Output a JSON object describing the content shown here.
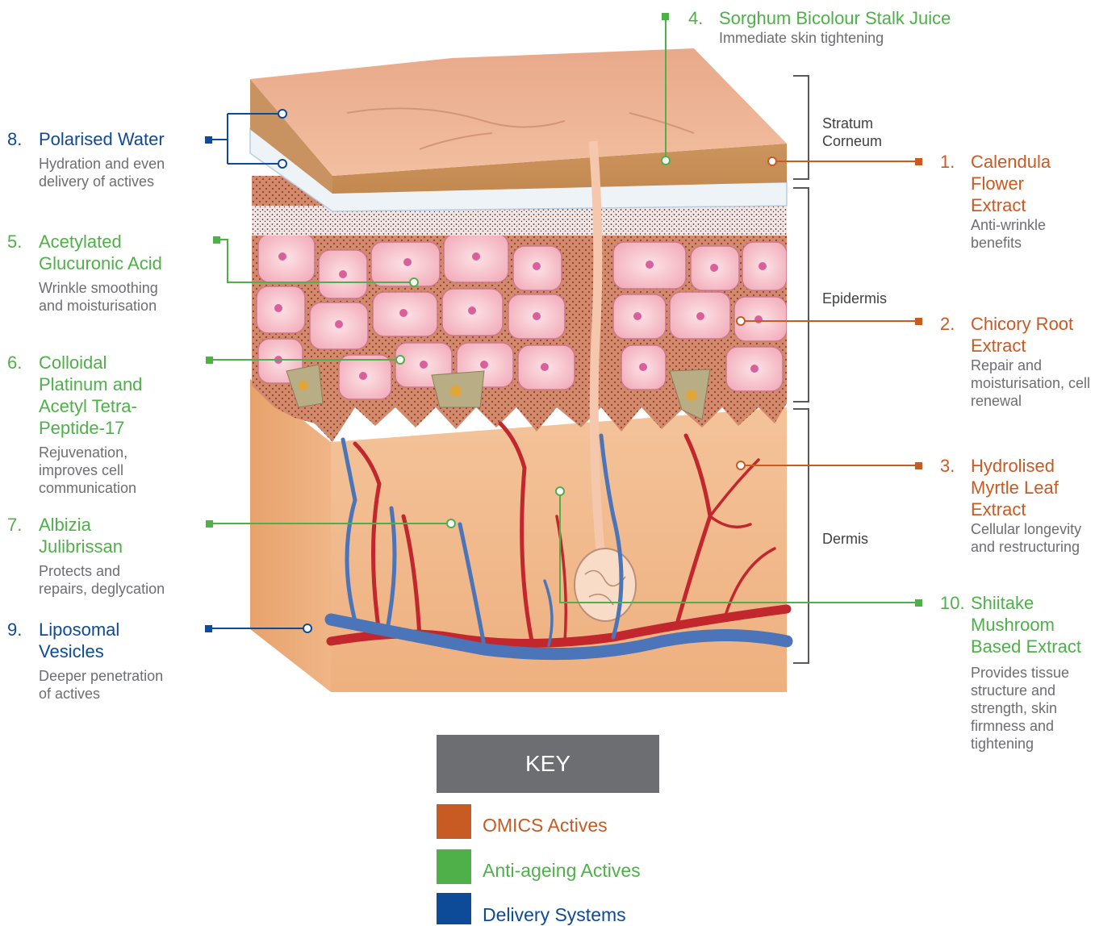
{
  "colors": {
    "omics": "#c85a24",
    "anti_ageing": "#4fb04a",
    "delivery": "#0d4a97",
    "key_header": "#6d6e71"
  },
  "layers": {
    "stratum_corneum": "Stratum\nCorneum",
    "epidermis": "Epidermis",
    "dermis": "Dermis"
  },
  "annotations": {
    "calendula": {
      "num": "1.",
      "title": "Calendula\nFlower\nExtract",
      "desc": "Anti-wrinkle\nbenefits",
      "group": "omics"
    },
    "chicory": {
      "num": "2.",
      "title": "Chicory Root\nExtract",
      "desc": "Repair and\nmoisturisation, cell\nrenewal",
      "group": "omics"
    },
    "myrtle": {
      "num": "3.",
      "title": "Hydrolised\nMyrtle Leaf\nExtract",
      "desc": "Cellular longevity\nand restructuring",
      "group": "omics"
    },
    "sorghum": {
      "num": "4.",
      "title": "Sorghum Bicolour Stalk Juice",
      "desc": "Immediate skin tightening",
      "group": "anti_ageing"
    },
    "glucuronic": {
      "num": "5.",
      "title": "Acetylated\nGlucuronic Acid",
      "desc": "Wrinkle smoothing\nand moisturisation",
      "group": "anti_ageing"
    },
    "platinum": {
      "num": "6.",
      "title": "Colloidal\nPlatinum and\nAcetyl Tetra-\nPeptide-17",
      "desc": "Rejuvenation,\nimproves cell\ncommunication",
      "group": "anti_ageing"
    },
    "albizia": {
      "num": "7.",
      "title": "Albizia\nJulibrissan",
      "desc": "Protects and\nrepairs, deglycation",
      "group": "anti_ageing"
    },
    "polarised": {
      "num": "8.",
      "title": "Polarised Water",
      "desc": "Hydration and even\ndelivery of actives",
      "group": "delivery"
    },
    "liposomal": {
      "num": "9.",
      "title": "Liposomal\nVesicles",
      "desc": "Deeper penetration\nof actives",
      "group": "delivery"
    },
    "shiitake": {
      "num": "10.",
      "title": "Shiitake\nMushroom\nBased Extract",
      "desc": "Provides tissue\nstructure and\nstrength, skin\nfirmness and\ntightening",
      "group": "anti_ageing"
    }
  },
  "key": {
    "header": "KEY",
    "items": [
      {
        "label": "OMICS Actives",
        "color": "#c85a24"
      },
      {
        "label": "Anti-ageing Actives",
        "color": "#4fb04a"
      },
      {
        "label": "Delivery Systems",
        "color": "#0d4a97"
      }
    ]
  }
}
